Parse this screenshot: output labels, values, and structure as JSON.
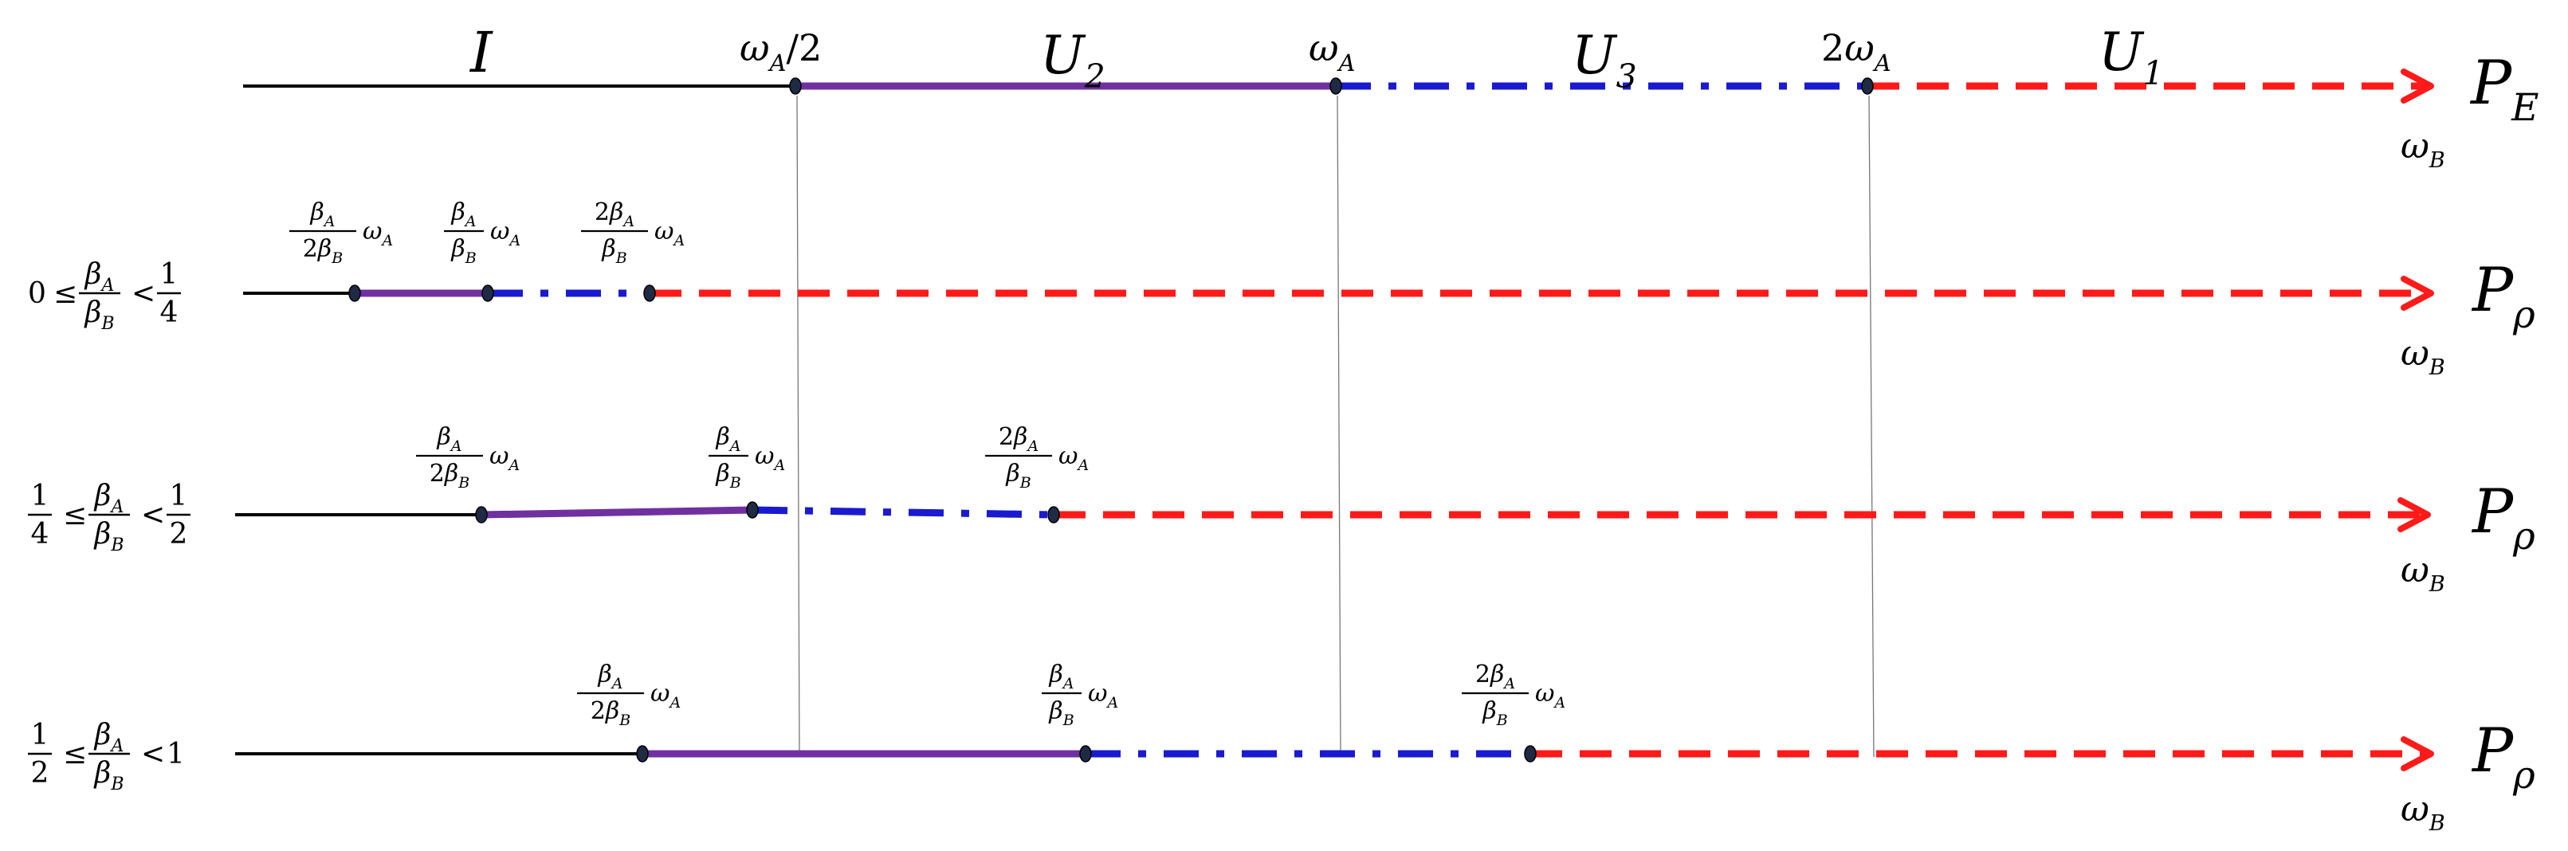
{
  "colors": {
    "identity": "#000000",
    "U2": "#7030a0",
    "U3": "#1a1ad0",
    "U1": "#ff1a1a",
    "guide": "#777777",
    "dot": "#1f2a44"
  },
  "top_row": {
    "region_labels": {
      "I": "I",
      "U2": {
        "base": "U",
        "sub": "2"
      },
      "U3": {
        "base": "U",
        "sub": "3"
      },
      "U1": {
        "base": "U",
        "sub": "1"
      }
    },
    "point_labels": {
      "half": {
        "base": "ω",
        "sub": "A",
        "tail": "/2"
      },
      "one": {
        "base": "ω",
        "sub": "A"
      },
      "two": {
        "pre": "2",
        "base": "ω",
        "sub": "A"
      }
    },
    "end_label": {
      "base": "P",
      "sub": "E"
    },
    "axis_label": {
      "base": "ω",
      "sub": "B"
    }
  },
  "rows": [
    {
      "condition": {
        "left": "0",
        "rel1": "≤",
        "num": "β",
        "num_sub": "A",
        "den": "β",
        "den_sub": "B",
        "rel2": "<",
        "right_num": "1",
        "right_den": "4"
      },
      "end_label": {
        "base": "P",
        "sub": "ρ"
      },
      "axis_label": {
        "base": "ω",
        "sub": "B"
      }
    },
    {
      "condition": {
        "left_num": "1",
        "left_den": "4",
        "rel1": "≤",
        "num": "β",
        "num_sub": "A",
        "den": "β",
        "den_sub": "B",
        "rel2": "<",
        "right_num": "1",
        "right_den": "2"
      },
      "end_label": {
        "base": "P",
        "sub": "ρ"
      },
      "axis_label": {
        "base": "ω",
        "sub": "B"
      }
    },
    {
      "condition": {
        "left_num": "1",
        "left_den": "2",
        "rel1": "≤",
        "num": "β",
        "num_sub": "A",
        "den": "β",
        "den_sub": "B",
        "rel2": "<",
        "right": "1"
      },
      "end_label": {
        "base": "P",
        "sub": "ρ"
      },
      "axis_label": {
        "base": "ω",
        "sub": "B"
      }
    }
  ],
  "breakpoint_labels": {
    "half": {
      "num_pre": "",
      "num": "β",
      "num_sub": "A",
      "den_pre": "2",
      "den": "β",
      "den_sub": "B",
      "tail": "ω",
      "tail_sub": "A"
    },
    "one": {
      "num_pre": "",
      "num": "β",
      "num_sub": "A",
      "den_pre": "",
      "den": "β",
      "den_sub": "B",
      "tail": "ω",
      "tail_sub": "A"
    },
    "two": {
      "num_pre": "2",
      "num": "β",
      "num_sub": "A",
      "den_pre": "",
      "den": "β",
      "den_sub": "B",
      "tail": "ω",
      "tail_sub": "A"
    }
  }
}
